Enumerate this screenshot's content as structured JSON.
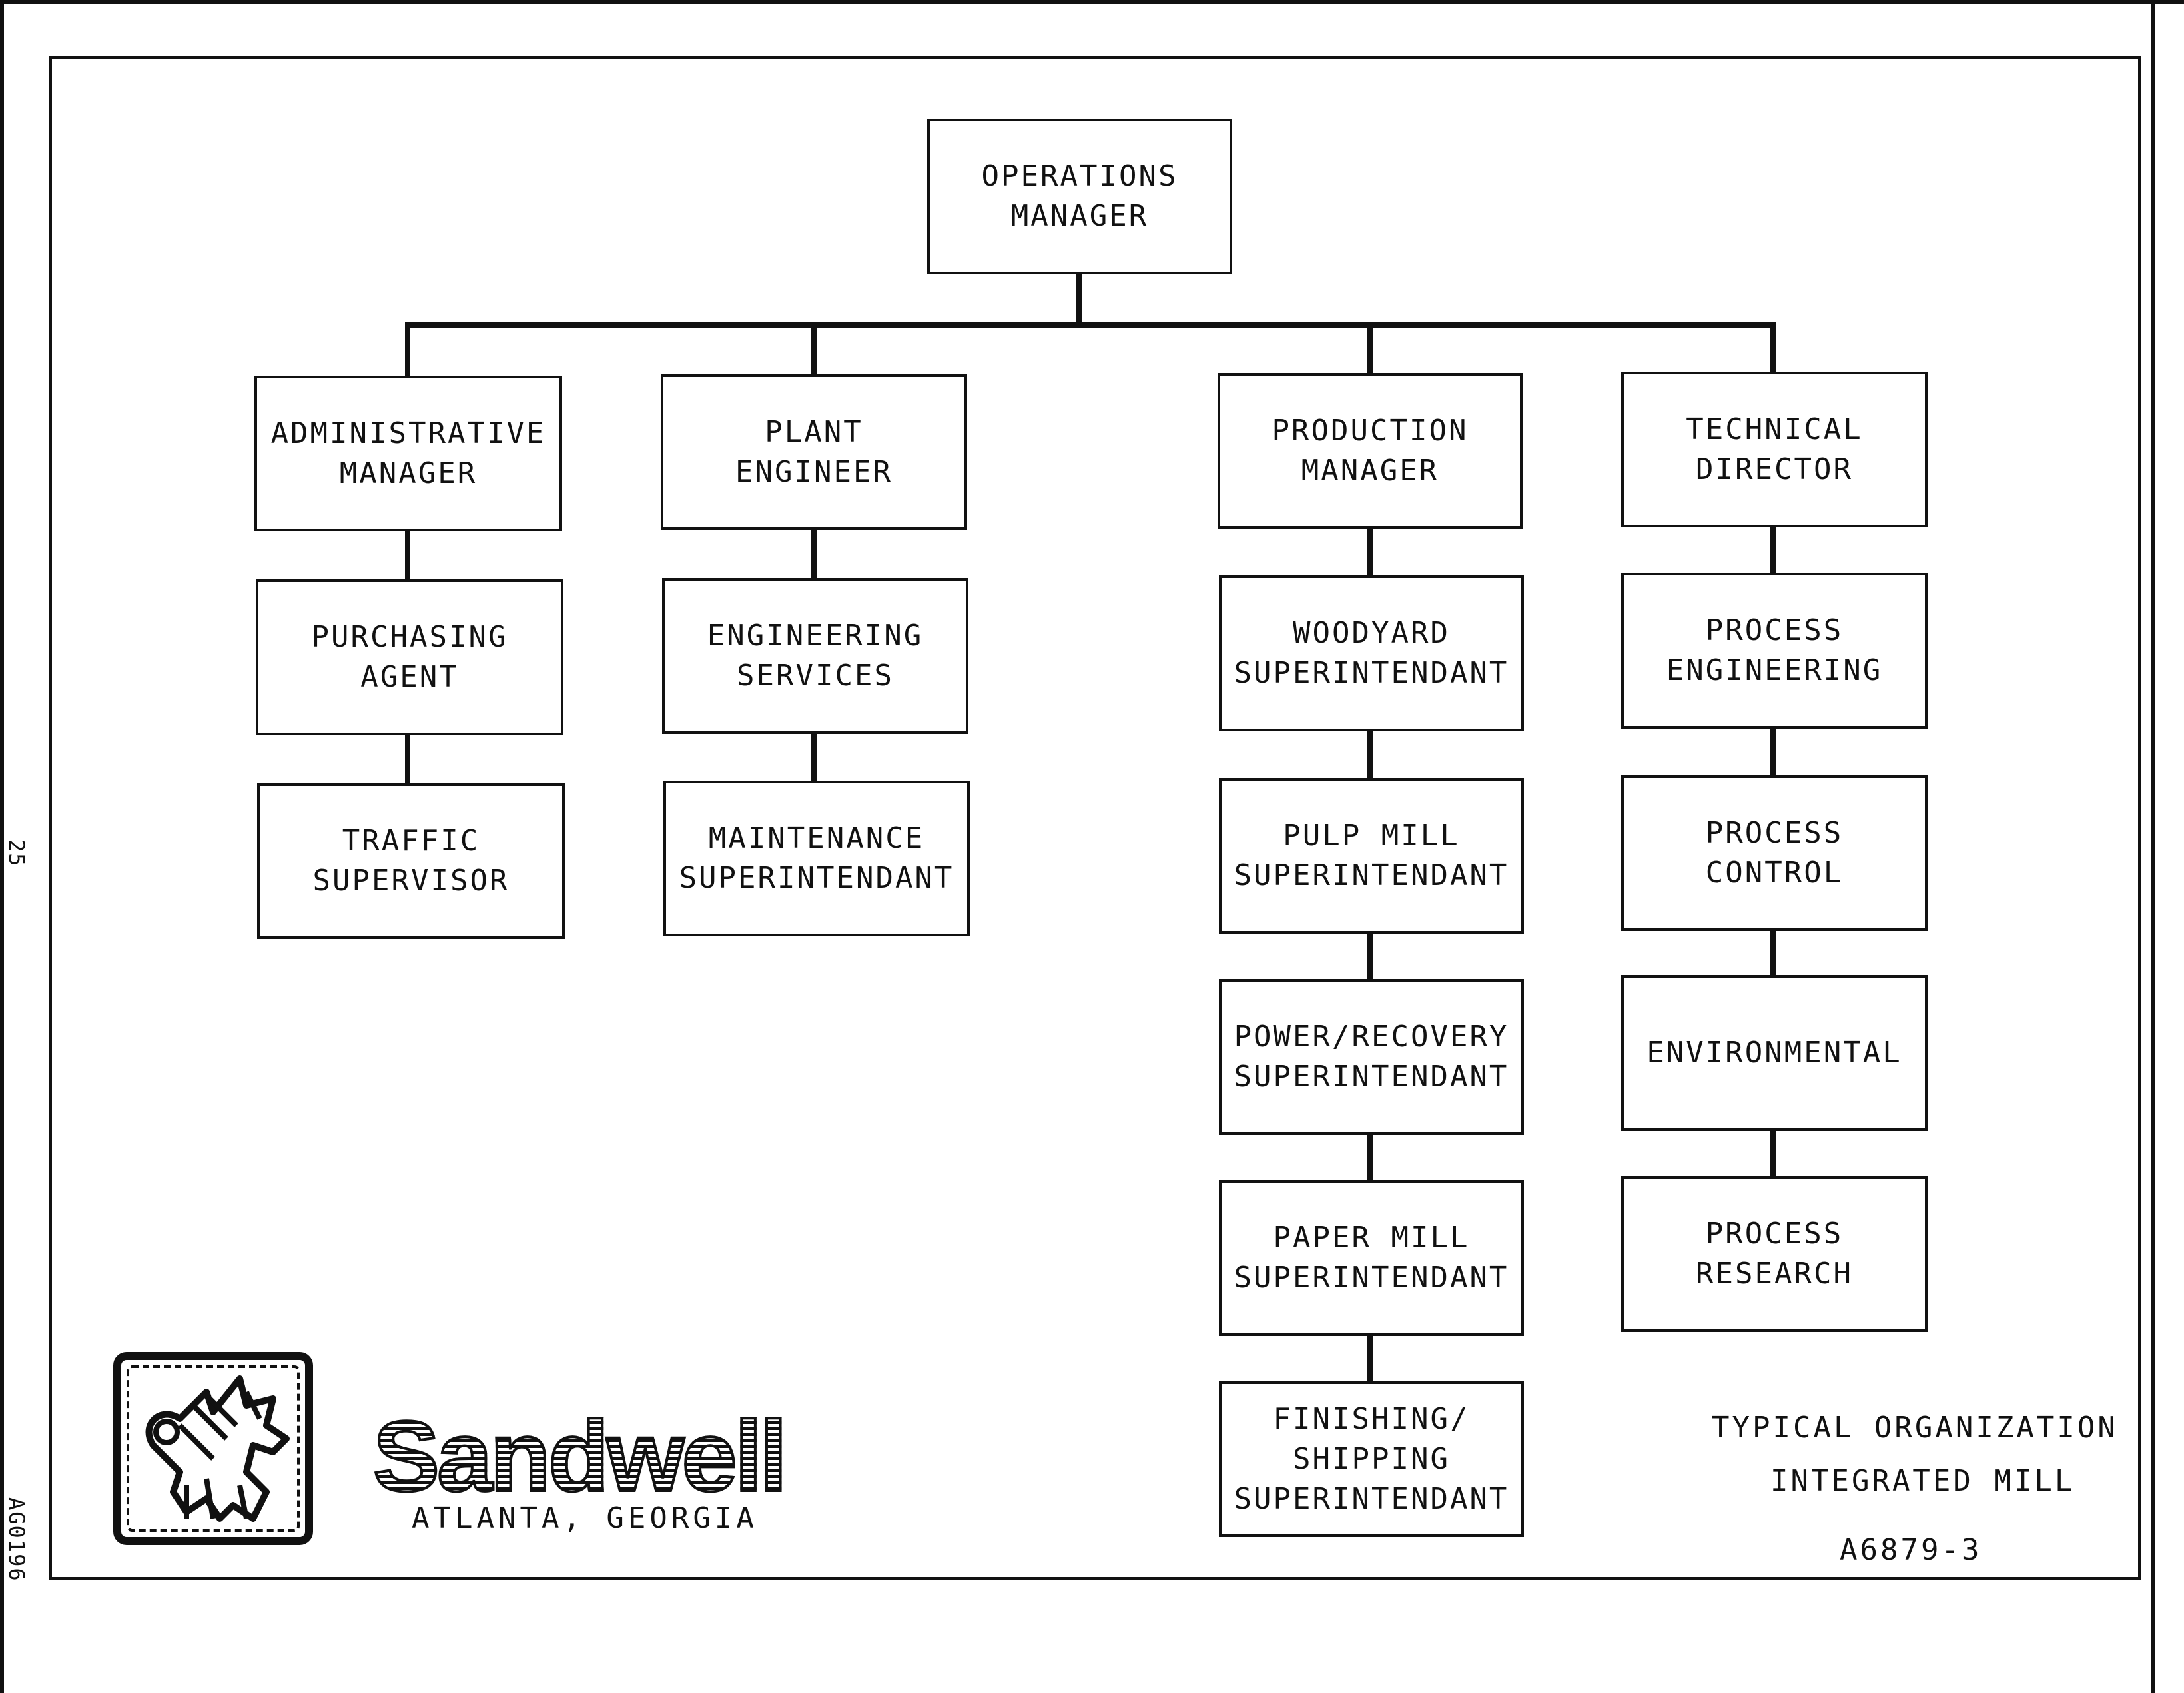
{
  "page": {
    "side_number": "25",
    "side_code": "AG0196",
    "company": "Sandwell",
    "location": "ATLANTA, GEORGIA",
    "title_line1": "TYPICAL ORGANIZATION",
    "title_line2": "INTEGRATED MILL",
    "drawing_number": "A6879-3",
    "logo_icon": "griffin-logo-icon"
  },
  "chart": {
    "top": {
      "line1": "OPERATIONS",
      "line2": "MANAGER"
    },
    "columns": [
      {
        "head": {
          "line1": "ADMINISTRATIVE",
          "line2": "MANAGER"
        },
        "items": [
          {
            "line1": "PURCHASING",
            "line2": "AGENT"
          },
          {
            "line1": "TRAFFIC",
            "line2": "SUPERVISOR"
          }
        ]
      },
      {
        "head": {
          "line1": "PLANT",
          "line2": "ENGINEER"
        },
        "items": [
          {
            "line1": "ENGINEERING",
            "line2": "SERVICES"
          },
          {
            "line1": "MAINTENANCE",
            "line2": "SUPERINTENDANT"
          }
        ]
      },
      {
        "head": {
          "line1": "PRODUCTION",
          "line2": "MANAGER"
        },
        "items": [
          {
            "line1": "WOODYARD",
            "line2": "SUPERINTENDANT"
          },
          {
            "line1": "PULP MILL",
            "line2": "SUPERINTENDANT"
          },
          {
            "line1": "POWER/RECOVERY",
            "line2": "SUPERINTENDANT"
          },
          {
            "line1": "PAPER MILL",
            "line2": "SUPERINTENDANT"
          },
          {
            "line1": "FINISHING/",
            "line2": "SHIPPING",
            "line3": "SUPERINTENDANT"
          }
        ]
      },
      {
        "head": {
          "line1": "TECHNICAL",
          "line2": "DIRECTOR"
        },
        "items": [
          {
            "line1": "PROCESS",
            "line2": "ENGINEERING"
          },
          {
            "line1": "PROCESS",
            "line2": "CONTROL"
          },
          {
            "line1": "ENVIRONMENTAL"
          },
          {
            "line1": "PROCESS",
            "line2": "RESEARCH"
          }
        ]
      }
    ]
  }
}
